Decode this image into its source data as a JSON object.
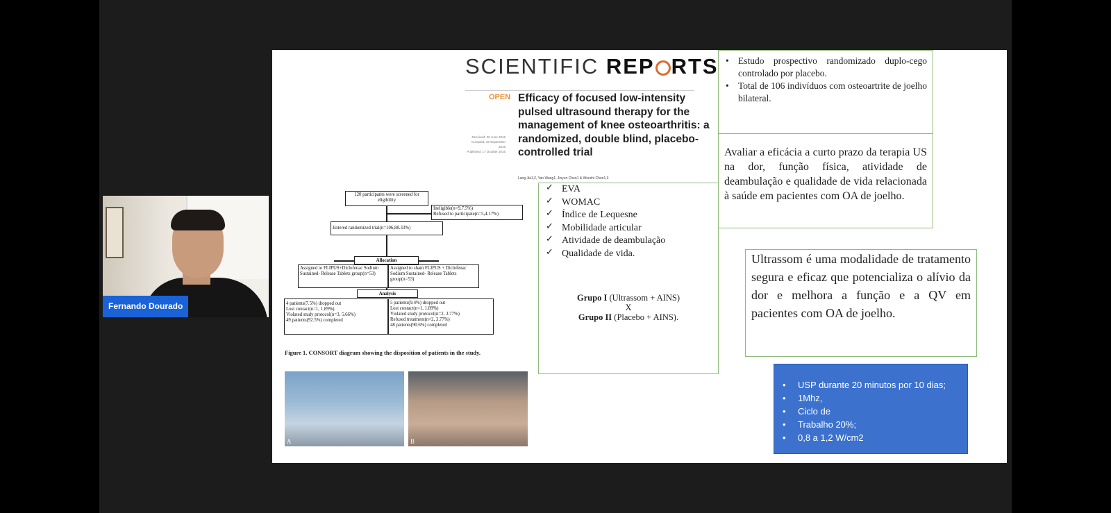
{
  "participant": {
    "name": "Fernando Dourado"
  },
  "slide": {
    "journal": {
      "left": "SCIENTIFIC ",
      "right_a": "REP",
      "right_b": "RTS"
    },
    "open_label": "OPEN",
    "article_title": "Efficacy of focused low-intensity pulsed ultrasound therapy for the management of knee osteoarthritis: a randomized, double blind, placebo-controlled trial",
    "dates": [
      "Received: 20 June 2016",
      "Accepted: 19 September 2016",
      "Published: 17 October 2016"
    ],
    "authors": "Lang Jia1,2, Yan Wang1, Jinyun Chen1 & Wenzhi Chen1,3",
    "consort": {
      "screened": "120 participants were screened for eligibility",
      "excluded": [
        "Ineligible(n=9,7.5%)",
        "Refused to participate(n=5,4.17%)"
      ],
      "randomized": "Entered randomized trial(n=106,88.33%)",
      "allocation": "Allocation",
      "arm1": "Assigned to FLIPUS+Diclofenac Sodium Sustained- Release Tablets group(n=53)",
      "arm2": "Assigned to sham FLIPUS + Diclofenac Sodium Sustained- Release Tablets group(n=53)",
      "analysis": "Analysis",
      "out1": [
        "4 patients(7.5%) dropped out",
        "Lost contact(n=1, 1.89%)",
        "Violated study protocol(n=3, 5.66%)",
        "49 patients(92.5%) completed"
      ],
      "out2": [
        "5 patients(9.4%) dropped out",
        "Lost contact(n=1, 1.89%)",
        "Violated study protocol(n=2, 3.77%)",
        "Refused treatment(n=2, 3.77%)",
        "48 patients(90.6%) completed"
      ]
    },
    "figure_caption": "Figure 1.  CONSORT diagram showing the disposition of patients in the study.",
    "photo_labels": [
      "A",
      "B"
    ],
    "design_bullets": [
      "Estudo prospectivo randomizado duplo-cego controlado por placebo.",
      "Total de 106 indivíduos com osteoartrite de joelho bilateral."
    ],
    "objective": "Avaliar a eficácia a curto prazo da terapia US na dor, função física, atividade de deambulação e qualidade de vida relacionada à saúde em pacientes com OA de joelho.",
    "outcomes": [
      "EVA",
      "WOMAC",
      "Índice de Lequesne",
      "Mobilidade articular",
      "Atividade de deambulação",
      "Qualidade de vida."
    ],
    "groups": {
      "g1_bold": "Grupo I",
      "g1_rest": " (Ultrassom + AINS)",
      "vs": "X",
      "g2_bold": "Grupo II",
      "g2_rest": " (Placebo + AINS)."
    },
    "conclusion": "Ultrassom é uma modalidade de tratamento segura e eficaz que potencializa o alívio da dor e melhora a função e a QV em pacientes com OA de joelho.",
    "protocol": [
      "USP durante 20 minutos por 10 dias;",
      "1Mhz,",
      "Ciclo de",
      "Trabalho 20%;",
      "0,8 a 1,2 W/cm2"
    ]
  },
  "colors": {
    "accent_orange": "#e06a28",
    "box_green": "#8fba7a",
    "box_blue": "#3c72ce",
    "name_tag": "#1a62d8"
  }
}
